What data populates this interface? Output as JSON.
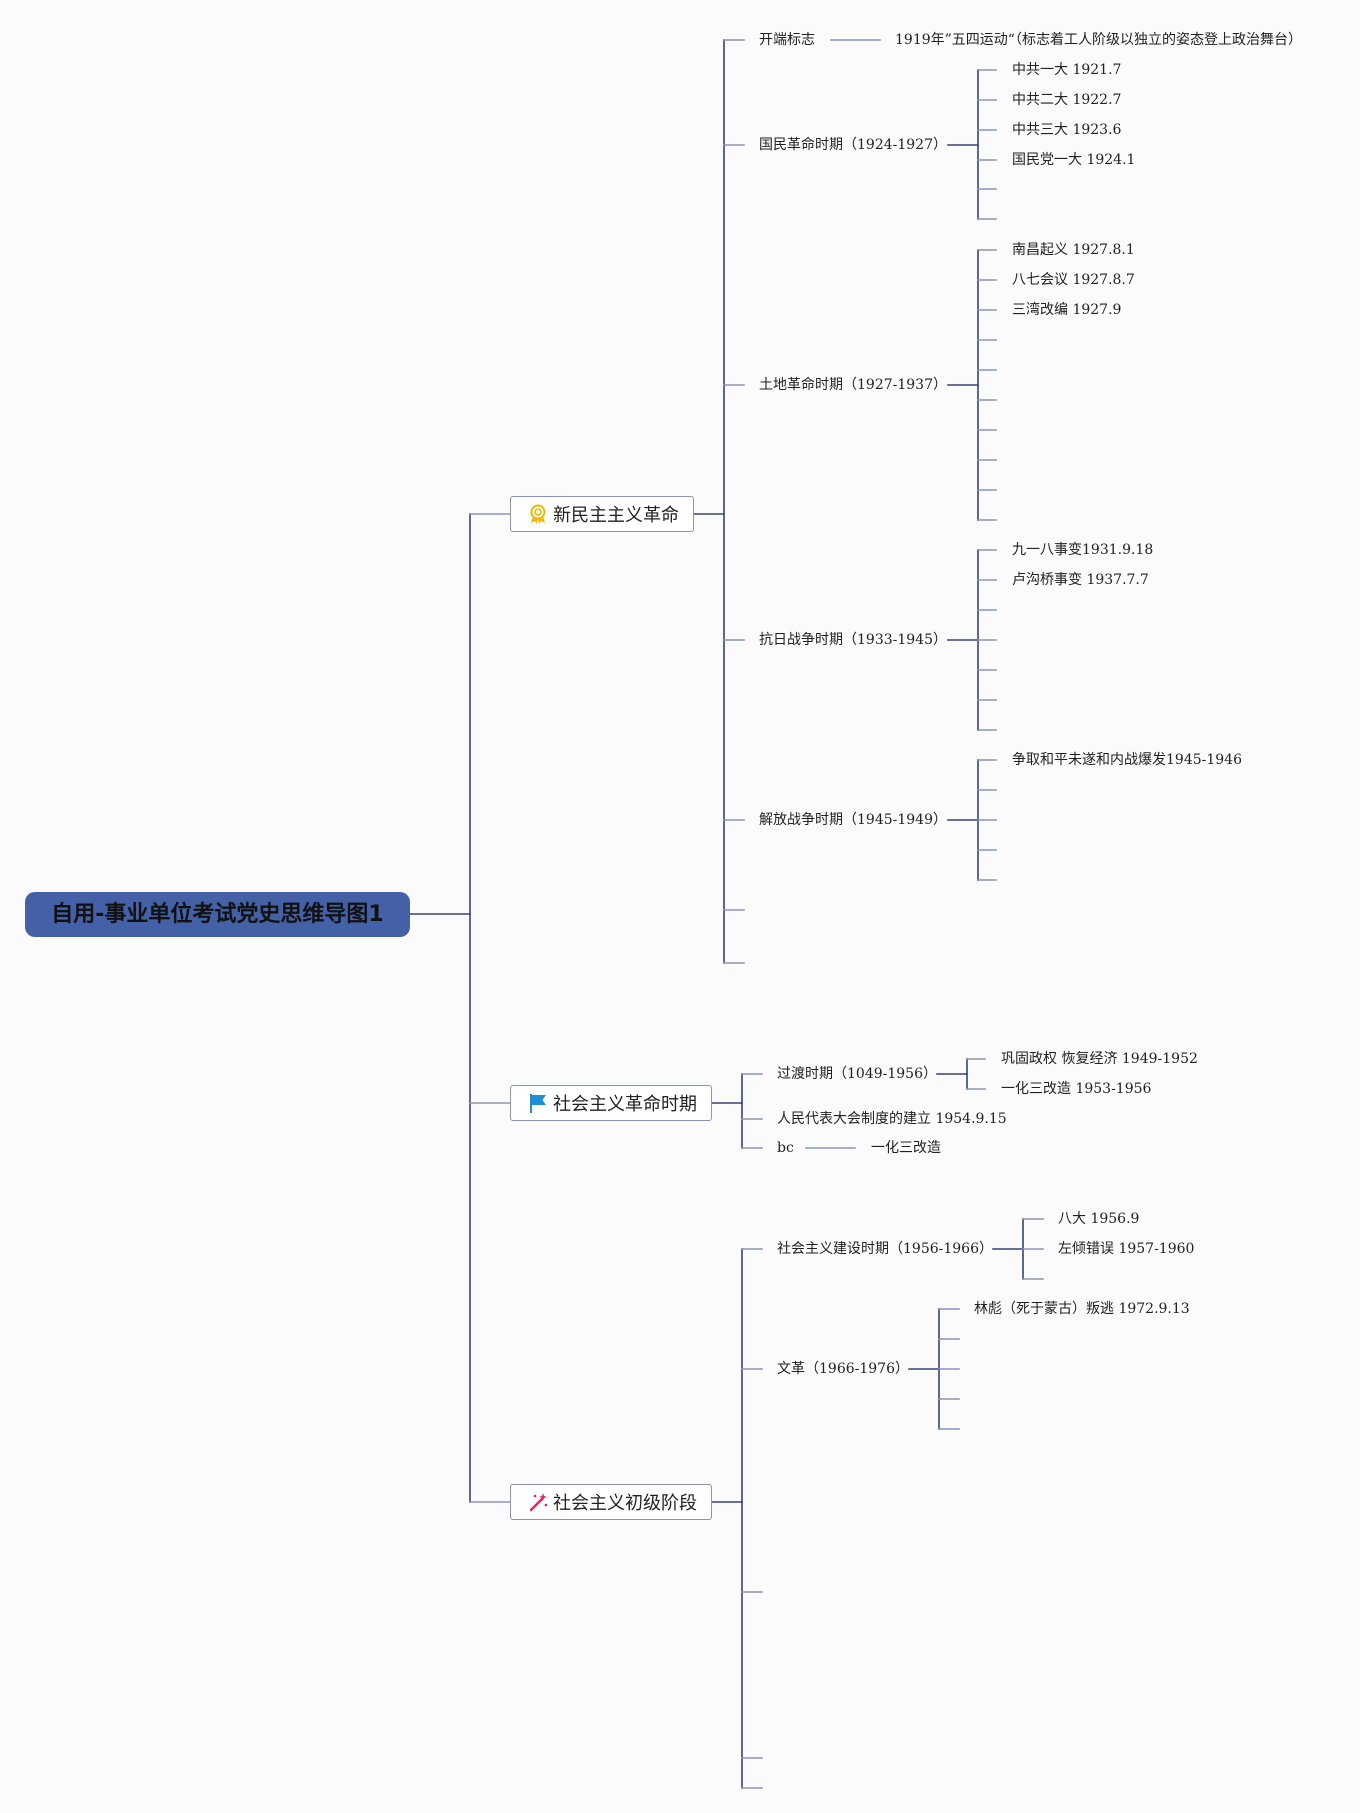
{
  "root": {
    "title": "自用-事业单位考试党史思维导图1"
  },
  "branches": [
    {
      "label": "新民主主义革命",
      "icon": "award-ribbon-icon",
      "children": [
        {
          "label": "开端标志",
          "note": "1919年”五四运动“（标志着工人阶级以独立的姿态登上政治舞台）"
        },
        {
          "label": "国民革命时期（1924-1927）",
          "items": [
            "中共一大 1921.7",
            "中共二大 1922.7",
            "中共三大 1923.6",
            "国民党一大 1924.1"
          ]
        },
        {
          "label": "土地革命时期（1927-1937）",
          "items": [
            "南昌起义 1927.8.1",
            "八七会议 1927.8.7",
            "三湾改编 1927.9"
          ]
        },
        {
          "label": "抗日战争时期（1933-1945）",
          "items": [
            "九一八事变1931.9.18",
            "卢沟桥事变 1937.7.7"
          ]
        },
        {
          "label": "解放战争时期（1945-1949）",
          "items": [
            "争取和平未遂和内战爆发1945-1946"
          ]
        }
      ]
    },
    {
      "label": "社会主义革命时期",
      "icon": "flag-icon",
      "children": [
        {
          "label": "过渡时期（1049-1956）",
          "items": [
            "巩固政权 恢复经济 1949-1952",
            "一化三改造 1953-1956"
          ]
        },
        {
          "label": "人民代表大会制度的建立 1954.9.15"
        },
        {
          "label": "bc",
          "note": "一化三改造"
        }
      ]
    },
    {
      "label": "社会主义初级阶段",
      "icon": "magic-wand-icon",
      "children": [
        {
          "label": "社会主义建设时期（1956-1966）",
          "items": [
            "八大 1956.9",
            "左倾错误 1957-1960"
          ]
        },
        {
          "label": "文革（1966-1976）",
          "items": [
            "林彪（死于蒙古）叛逃 1972.9.13"
          ]
        }
      ]
    }
  ],
  "colors": {
    "root_fill": "#4461a7",
    "connector": "#34437a",
    "connector_light": "#8a93b8",
    "branch_border": "#8a93b8"
  }
}
